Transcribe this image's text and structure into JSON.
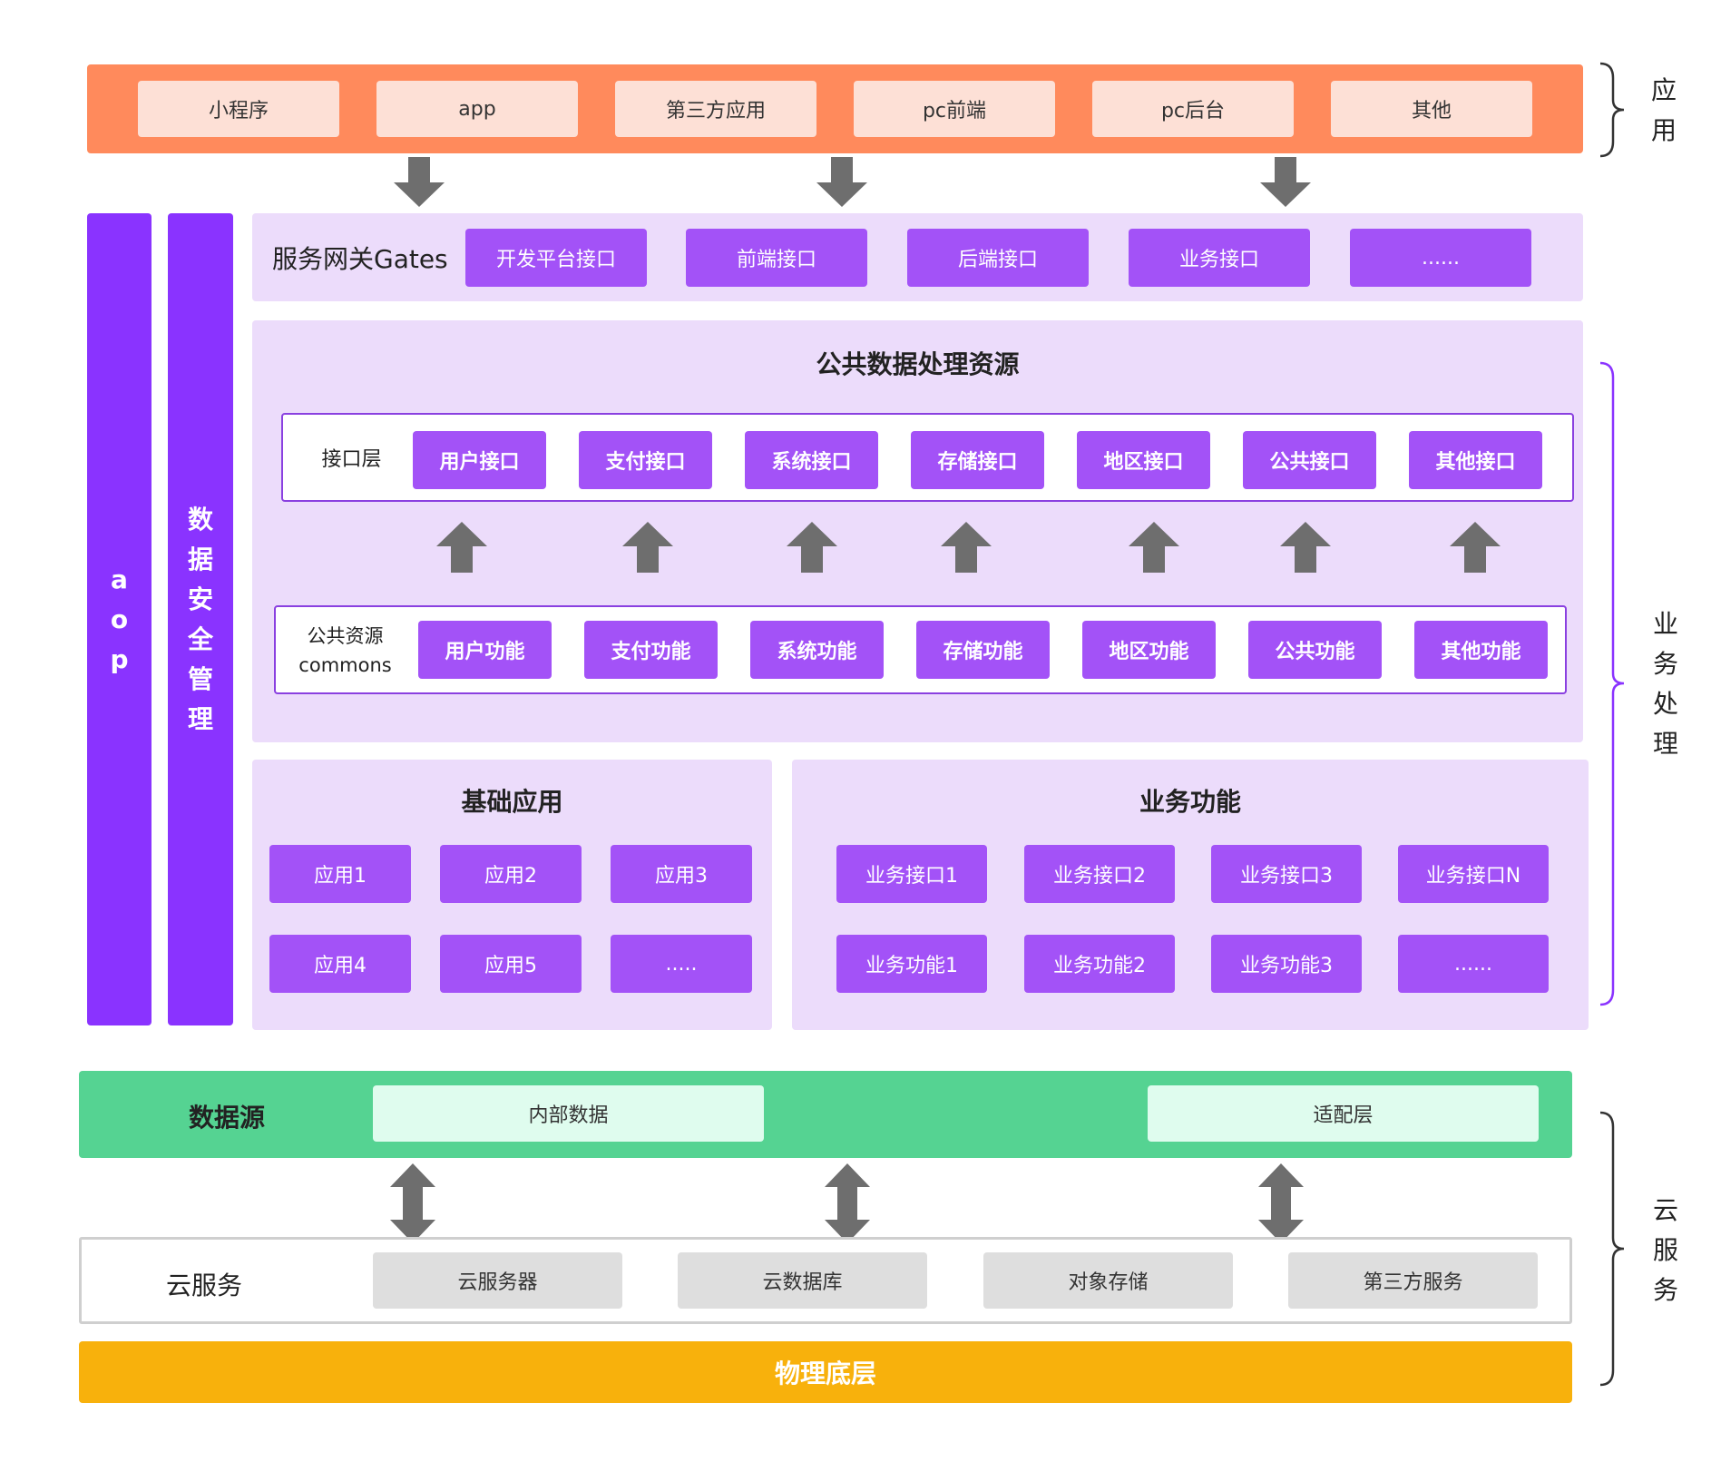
{
  "app_layer": {
    "items": [
      "小程序",
      "app",
      "第三方应用",
      "pc前端",
      "pc后台",
      "其他"
    ],
    "side_label_chars": [
      "应",
      "用"
    ]
  },
  "left_bars": {
    "aop_chars": [
      "a",
      "o",
      "p"
    ],
    "security_chars": [
      "数",
      "据",
      "安",
      "全",
      "管",
      "理"
    ]
  },
  "gateway": {
    "title": "服务网关Gates",
    "items": [
      "开发平台接口",
      "前端接口",
      "后端接口",
      "业务接口",
      "......"
    ]
  },
  "common_resources": {
    "title": "公共数据处理资源",
    "interface_layer": {
      "label": "接口层",
      "items": [
        "用户接口",
        "支付接口",
        "系统接口",
        "存储接口",
        "地区接口",
        "公共接口",
        "其他接口"
      ]
    },
    "commons_layer": {
      "label_line1": "公共资源",
      "label_line2": "commons",
      "items": [
        "用户功能",
        "支付功能",
        "系统功能",
        "存储功能",
        "地区功能",
        "公共功能",
        "其他功能"
      ]
    }
  },
  "basic_apps": {
    "title": "基础应用",
    "items": [
      "应用1",
      "应用2",
      "应用3",
      "应用4",
      "应用5",
      "....."
    ]
  },
  "business_functions": {
    "title": "业务功能",
    "items": [
      "业务接口1",
      "业务接口2",
      "业务接口3",
      "业务接口N",
      "业务功能1",
      "业务功能2",
      "业务功能3",
      "......"
    ]
  },
  "business_side_label_chars": [
    "业",
    "务",
    "处",
    "理"
  ],
  "data_source": {
    "title": "数据源",
    "items": [
      "内部数据",
      "适配层"
    ]
  },
  "cloud": {
    "title": "云服务",
    "items": [
      "云服务器",
      "云数据库",
      "对象存储",
      "第三方服务"
    ],
    "side_label_chars": [
      "云",
      "服",
      "务"
    ]
  },
  "physical": {
    "title": "物理底层"
  },
  "colors": {
    "app_orange": "#ff8a5c",
    "app_box": "#fde0d6",
    "purple_dark": "#8a33ff",
    "purple_box": "#a352f7",
    "panel_lavender": "#ecdcfb",
    "green": "#55d392",
    "green_light": "#dffcee",
    "gray_box": "#dedede",
    "yellow": "#f8b10c",
    "arrow_gray": "#6e6e6e"
  }
}
